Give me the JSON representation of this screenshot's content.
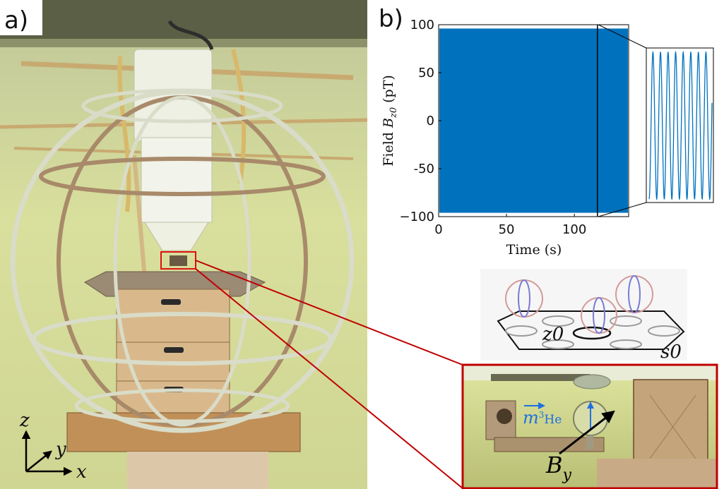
{
  "panels": {
    "a": {
      "label": "a)"
    },
    "b": {
      "label": "b)"
    }
  },
  "axes_glyphs": {
    "z": "z",
    "y": "y",
    "x": "x"
  },
  "chart_data": {
    "type": "line",
    "xlabel": "Time (s)",
    "ylabel_text": "Field ",
    "ylabel_var": "B",
    "ylabel_sub": "z0",
    "ylabel_unit": " (pT)",
    "xlim": [
      0,
      140
    ],
    "ylim": [
      -100,
      100
    ],
    "xticks": [
      0,
      50,
      100
    ],
    "yticks": [
      100,
      50,
      0,
      -50,
      -100
    ],
    "xtick_labels": [
      "0",
      "50",
      "100"
    ],
    "ytick_labels": [
      "100",
      "50",
      "0",
      "-50",
      "−100"
    ],
    "amplitude": 96,
    "zoom_window_start": 117,
    "color": "#0072BD"
  },
  "schematic": {
    "center_label": "z0",
    "corner_label": "s0"
  },
  "inset": {
    "moment_var": "m",
    "moment_sup": "3",
    "moment_species": "He",
    "field_var": "B",
    "field_sub": "y",
    "frame_color": "#C00000"
  }
}
